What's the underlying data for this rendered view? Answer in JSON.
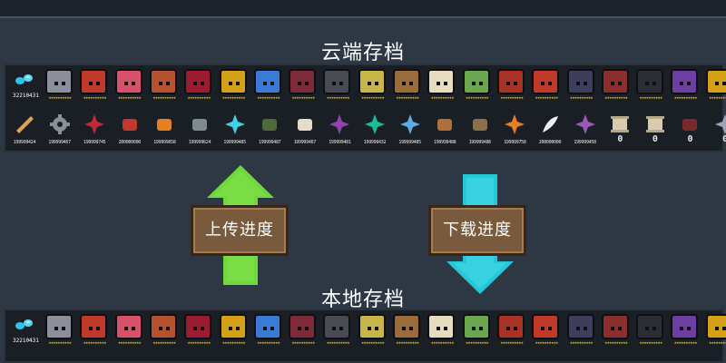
{
  "cloud": {
    "title": "云端存档",
    "gem_count": "32210431",
    "materials": [
      {
        "count": "199999424",
        "icon": "wood-plank-icon",
        "color": "#d9a35a"
      },
      {
        "count": "199999467",
        "icon": "gear-icon",
        "color": "#8b8f96"
      },
      {
        "count": "199999745",
        "icon": "red-crystal-icon",
        "color": "#c0293b"
      },
      {
        "count": "200000000",
        "icon": "battery-icon",
        "color": "#c0392b"
      },
      {
        "count": "199999658",
        "icon": "orange-ore-icon",
        "color": "#e67e22"
      },
      {
        "count": "199999624",
        "icon": "stone-icon",
        "color": "#7f8c8d"
      },
      {
        "count": "199999485",
        "icon": "cyan-crystal-icon",
        "color": "#3fd0e8"
      },
      {
        "count": "199999487",
        "icon": "chip-icon",
        "color": "#4f6a3a"
      },
      {
        "count": "199999467",
        "icon": "sack-icon",
        "color": "#e6dccb"
      },
      {
        "count": "199999481",
        "icon": "purple-crystal-icon",
        "color": "#8e44ad"
      },
      {
        "count": "199999432",
        "icon": "teal-crystal-icon",
        "color": "#1abc9c"
      },
      {
        "count": "199999485",
        "icon": "blue-crystal-icon",
        "color": "#5dade2"
      },
      {
        "count": "199999488",
        "icon": "rifle-part-icon",
        "color": "#b0703a"
      },
      {
        "count": "199999486",
        "icon": "boot-icon",
        "color": "#8d6e4a"
      },
      {
        "count": "199999758",
        "icon": "orange-shard-icon",
        "color": "#e67e22"
      },
      {
        "count": "200000000",
        "icon": "feather-icon",
        "color": "#ecf0f1"
      },
      {
        "count": "199999458",
        "icon": "violet-crystal-icon",
        "color": "#9b59b6"
      },
      {
        "count": "0",
        "icon": "scroll-icon",
        "color": "#d8cbb0"
      },
      {
        "count": "0",
        "icon": "scroll-icon",
        "color": "#d8cbb0"
      },
      {
        "count": "0",
        "icon": "phone-icon",
        "color": "#7a2a2a"
      },
      {
        "count": "0",
        "icon": "glass-shard-icon",
        "color": "#9aa5b1"
      }
    ]
  },
  "local": {
    "title": "本地存档",
    "gem_count": "32210431"
  },
  "characters": [
    {
      "icon": "knight-icon",
      "color": "#8a8f99",
      "stars": "★★★★★"
    },
    {
      "icon": "rogue-icon",
      "color": "#c0392b",
      "stars": "★★★★★"
    },
    {
      "icon": "assassin-icon",
      "color": "#d8516b",
      "stars": "★★★★★"
    },
    {
      "icon": "witch-icon",
      "color": "#b5532f",
      "stars": "★★★★★"
    },
    {
      "icon": "vampire-icon",
      "color": "#9b1b30",
      "stars": "★★★★★"
    },
    {
      "icon": "engineer-icon",
      "color": "#d4a017",
      "stars": "★★★★★"
    },
    {
      "icon": "robot-icon",
      "color": "#3a7bd5",
      "stars": "★★★★★"
    },
    {
      "icon": "demon-icon",
      "color": "#7d2a3a",
      "stars": "★★★★★"
    },
    {
      "icon": "berserker-icon",
      "color": "#4a4a55",
      "stars": "★★★★★"
    },
    {
      "icon": "elf-icon",
      "color": "#c8b54a",
      "stars": "★★★★★"
    },
    {
      "icon": "werewolf-icon",
      "color": "#9c6b3a",
      "stars": "★★★★★"
    },
    {
      "icon": "priest-icon",
      "color": "#e8dcc0",
      "stars": "★★★★★"
    },
    {
      "icon": "druid-icon",
      "color": "#6aa84f",
      "stars": "★★★★★"
    },
    {
      "icon": "paladin-icon",
      "color": "#a93226",
      "stars": "★★★★★"
    },
    {
      "icon": "red-hair-icon",
      "color": "#c0392b",
      "stars": "★★★★★"
    },
    {
      "icon": "cat-icon",
      "color": "#3d3d5c",
      "stars": "★★★★★"
    },
    {
      "icon": "officer-icon",
      "color": "#8b2e2e",
      "stars": "★★★★★"
    },
    {
      "icon": "taoist-icon",
      "color": "#2c2c34",
      "stars": "★★★★★"
    },
    {
      "icon": "wizard-icon",
      "color": "#6c3fa0",
      "stars": "★★★★★"
    },
    {
      "icon": "golden-icon",
      "color": "#d4a017",
      "stars": "★★★★★"
    }
  ],
  "buttons": {
    "upload": "上传进度",
    "download": "下载进度"
  },
  "colors": {
    "upload_arrow": "#6fd83a",
    "download_arrow": "#24c9d9",
    "button_bg": "#7a5a3c"
  }
}
